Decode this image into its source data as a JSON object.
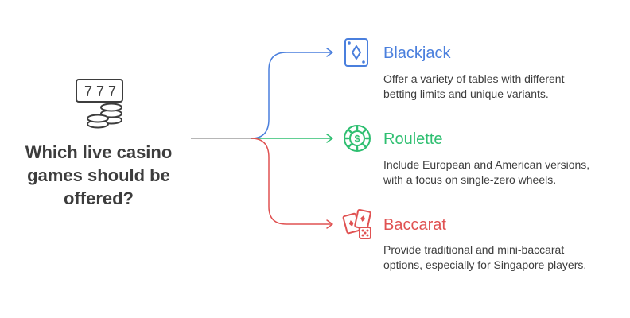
{
  "question": {
    "lines": [
      "Which live casino",
      "games should be",
      "offered?"
    ],
    "icon": "slot-machine-coins-icon"
  },
  "colors": {
    "text": "#3d3d3d",
    "trunk": "#9e9e9e",
    "blackjack": "#4a7fdd",
    "roulette": "#2fbf71",
    "baccarat": "#e05252"
  },
  "branches": [
    {
      "title": "Blackjack",
      "description": [
        "Offer a variety of tables with different",
        "betting limits and unique variants."
      ],
      "icon": "playing-card-diamond-icon",
      "color": "#4a7fdd"
    },
    {
      "title": "Roulette",
      "description": [
        "Include European and American versions,",
        "with a focus on single-zero wheels."
      ],
      "icon": "roulette-chip-icon",
      "color": "#2fbf71"
    },
    {
      "title": "Baccarat",
      "description": [
        "Provide traditional and mini-baccarat",
        "options, especially for Singapore players."
      ],
      "icon": "cards-and-dice-icon",
      "color": "#e05252"
    }
  ]
}
